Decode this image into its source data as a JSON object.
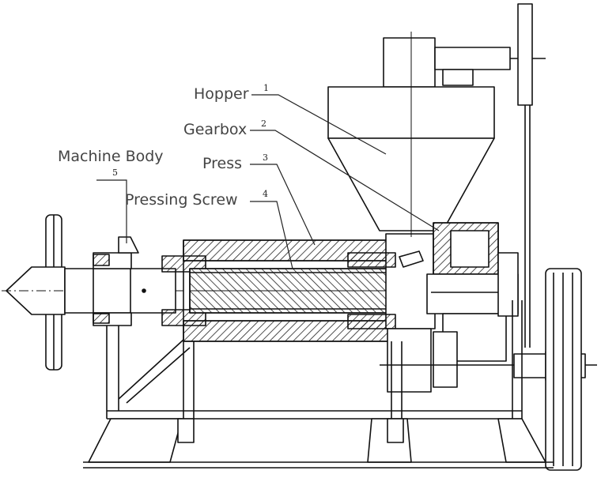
{
  "diagram": {
    "callouts": [
      {
        "label": "Hopper",
        "number": "1"
      },
      {
        "label": "Gearbox",
        "number": "2"
      },
      {
        "label": "Press",
        "number": "3"
      },
      {
        "label": "Pressing Screw",
        "number": "4"
      },
      {
        "label": "Machine Body",
        "number": "5"
      }
    ]
  },
  "colors": {
    "line": "#111111",
    "hatch": "#222222",
    "label": "#444444"
  }
}
